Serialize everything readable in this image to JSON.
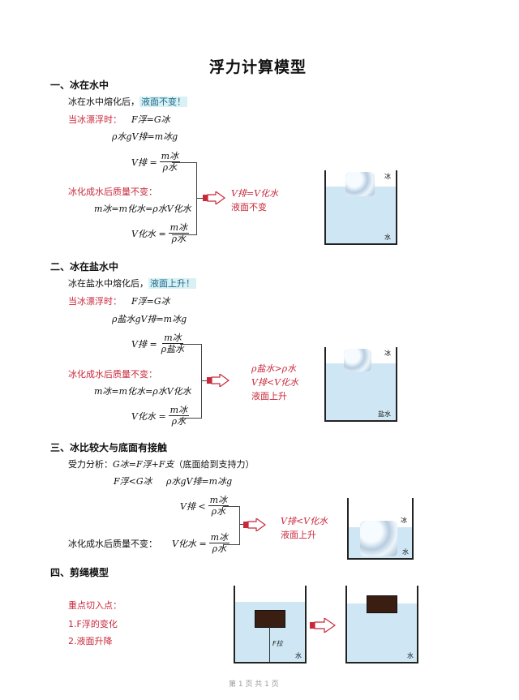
{
  "title": "浮力计算模型",
  "s1": {
    "heading": "一、冰在水中",
    "intro": "冰在水中熔化后，",
    "intro_hl": "液面不变！",
    "float_label": "当冰漂浮时：",
    "eq1": "F浮=G冰",
    "eq2": "ρ水gV排=m冰g",
    "frac1_lhs": "V排 =",
    "frac1_num": "m冰",
    "frac1_den": "ρ水",
    "melt_label": "冰化成水后质量不变：",
    "eq3": "m冰=m化水=ρ水V化水",
    "frac2_lhs": "V化水 =",
    "frac2_num": "m冰",
    "frac2_den": "ρ水",
    "res1": "V排=V化水",
    "res2": "液面不变",
    "lbl_ice": "冰",
    "lbl_water": "水"
  },
  "s2": {
    "heading": "二、冰在盐水中",
    "intro": "冰在盐水中熔化后，",
    "intro_hl": "液面上升！",
    "float_label": "当冰漂浮时：",
    "eq1": "F浮=G冰",
    "eq2": "ρ盐水gV排=m冰g",
    "frac1_lhs": "V排 =",
    "frac1_num": "m冰",
    "frac1_den": "ρ盐水",
    "melt_label": "冰化成水后质量不变：",
    "eq3": "m冰=m化水=ρ水V化水",
    "frac2_lhs": "V化水 =",
    "frac2_num": "m冰",
    "frac2_den": "ρ水",
    "res1": "ρ盐水>ρ水",
    "res2": "V排<V化水",
    "res3": "液面上升",
    "lbl_ice": "冰",
    "lbl_water": "盐水"
  },
  "s3": {
    "heading": "三、冰比较大与底面有接触",
    "force_label": "受力分析：",
    "force_eq": "G冰=F浮+F支",
    "force_note": "（底面给到支持力）",
    "eq1": "F浮<G冰",
    "eq2": "ρ水gV排=m冰g",
    "frac1_lhs": "V排 <",
    "frac1_num": "m冰",
    "frac1_den": "ρ水",
    "melt_label": "冰化成水后质量不变：",
    "frac2_lhs": "V化水 =",
    "frac2_num": "m冰",
    "frac2_den": "ρ水",
    "res1": "V排<V化水",
    "res2": "液面上升",
    "lbl_ice": "冰",
    "lbl_water": "水"
  },
  "s4": {
    "heading": "四、剪绳模型",
    "p1": "重点切入点：",
    "p2": "1.F浮的变化",
    "p3": "2.液面升降",
    "lbl_force": "F拉",
    "lbl_water": "水"
  },
  "footer": "第 1 页 共 1 页",
  "colors": {
    "red": "#c8283a",
    "water": "#cfe7f4",
    "highlight": "#d9f1f4"
  }
}
